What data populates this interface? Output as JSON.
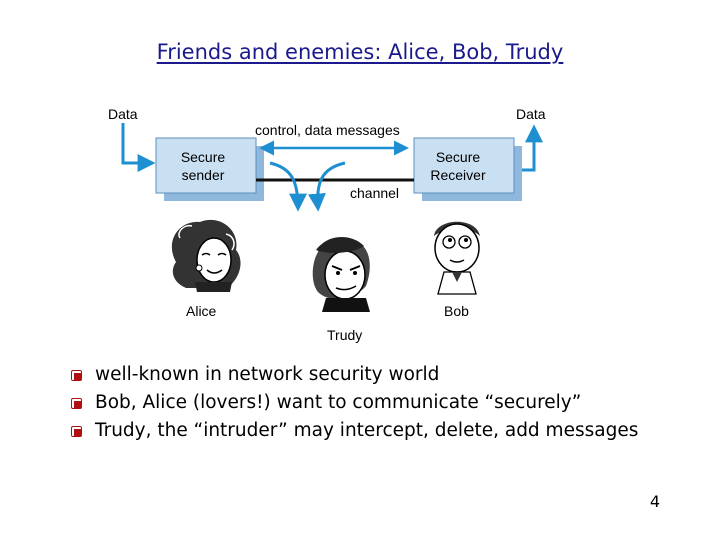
{
  "slide": {
    "title": "Friends and enemies: Alice, Bob, Trudy",
    "page_number": "4"
  },
  "diagram": {
    "data_left": "Data",
    "data_right": "Data",
    "control_label": "control, data messages",
    "channel_label": "channel",
    "sender_line1": "Secure",
    "sender_line2": "sender",
    "receiver_line1": "Secure",
    "receiver_line2": "Receiver",
    "alice": "Alice",
    "bob": "Bob",
    "trudy": "Trudy",
    "arrow_color": "#1e8fd0",
    "box_fill": "#c9e0f2"
  },
  "bullets": [
    "well-known in network security world",
    "Bob, Alice (lovers!) want to communicate “securely”",
    "Trudy, the “intruder” may intercept, delete, add messages"
  ]
}
